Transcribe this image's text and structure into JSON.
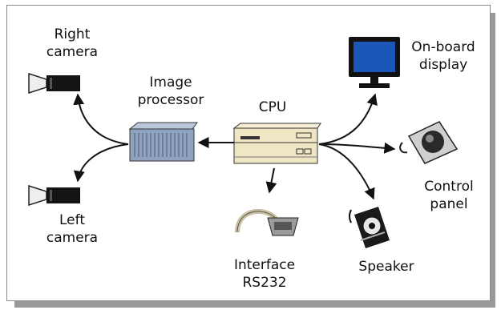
{
  "diagram": {
    "labels": {
      "right_camera": [
        "Right",
        "camera"
      ],
      "left_camera": [
        "Left",
        "camera"
      ],
      "image_processor": [
        "Image",
        "processor"
      ],
      "cpu": "CPU",
      "onboard_display": [
        "On-board",
        "display"
      ],
      "control_panel": [
        "Control",
        "panel"
      ],
      "speaker": "Speaker",
      "interface": [
        "Interface",
        "RS232"
      ]
    },
    "colors": {
      "screen": "#1b57b8",
      "processor_body": "#8fa3bf",
      "cpu_body": "#efe6c3",
      "arrow": "#111111"
    },
    "connections": [
      {
        "from": "cpu",
        "to": "image_processor"
      },
      {
        "from": "image_processor",
        "to": "right_camera"
      },
      {
        "from": "image_processor",
        "to": "left_camera"
      },
      {
        "from": "cpu",
        "to": "onboard_display"
      },
      {
        "from": "cpu",
        "to": "control_panel"
      },
      {
        "from": "cpu",
        "to": "speaker"
      },
      {
        "from": "cpu",
        "to": "interface"
      }
    ]
  }
}
